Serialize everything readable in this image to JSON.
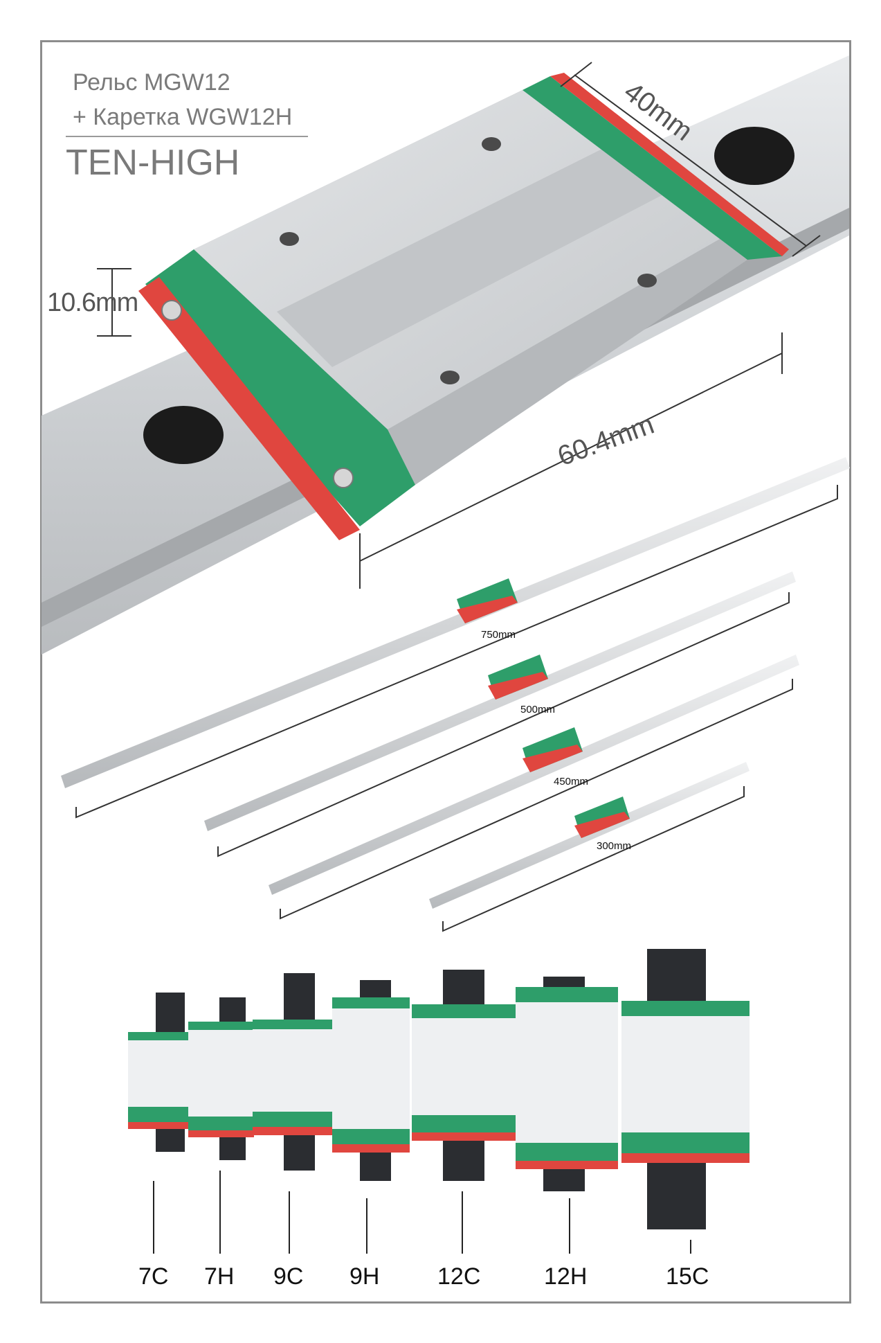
{
  "header": {
    "title_line1": "Рельс MGW12",
    "title_line2": "+ Каретка WGW12H",
    "brand": "TEN-HIGH"
  },
  "dimensions": {
    "width": "40mm",
    "height": "10.6mm",
    "length": "60.4mm"
  },
  "rail_lengths": [
    "750mm",
    "500mm",
    "450mm",
    "300mm"
  ],
  "carriage_sizes": [
    "7C",
    "7H",
    "9C",
    "9H",
    "12C",
    "12H",
    "15C"
  ],
  "colors": {
    "green": "#2e9e6a",
    "red": "#e0463f",
    "steel": "#c8cacc",
    "rail_dark": "#2b2d31"
  }
}
